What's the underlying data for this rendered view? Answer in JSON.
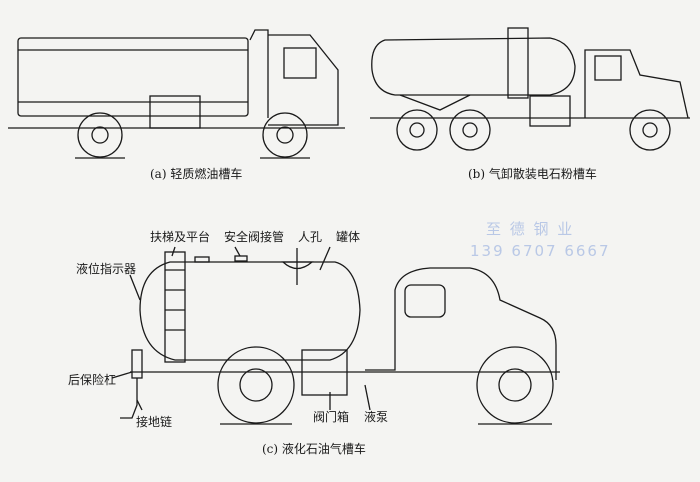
{
  "figures": {
    "a": {
      "caption": "(a) 轻质燃油槽车"
    },
    "b": {
      "caption": "(b) 气卸散装电石粉槽车"
    },
    "c": {
      "caption": "(c) 液化石油气槽车",
      "labels": {
        "ladder_platform": "扶梯及平台",
        "safety_valve_pipe": "安全阀接管",
        "manhole": "人孔",
        "tank_body": "罐体",
        "level_indicator": "液位指示器",
        "rear_bumper": "后保险杠",
        "ground_chain": "接地链",
        "valve_box": "阀门箱",
        "pump": "液泵"
      }
    }
  },
  "watermark": {
    "name": "至 德 钢 业",
    "phone": "139 6707 6667",
    "color": "#b9c8e6"
  }
}
